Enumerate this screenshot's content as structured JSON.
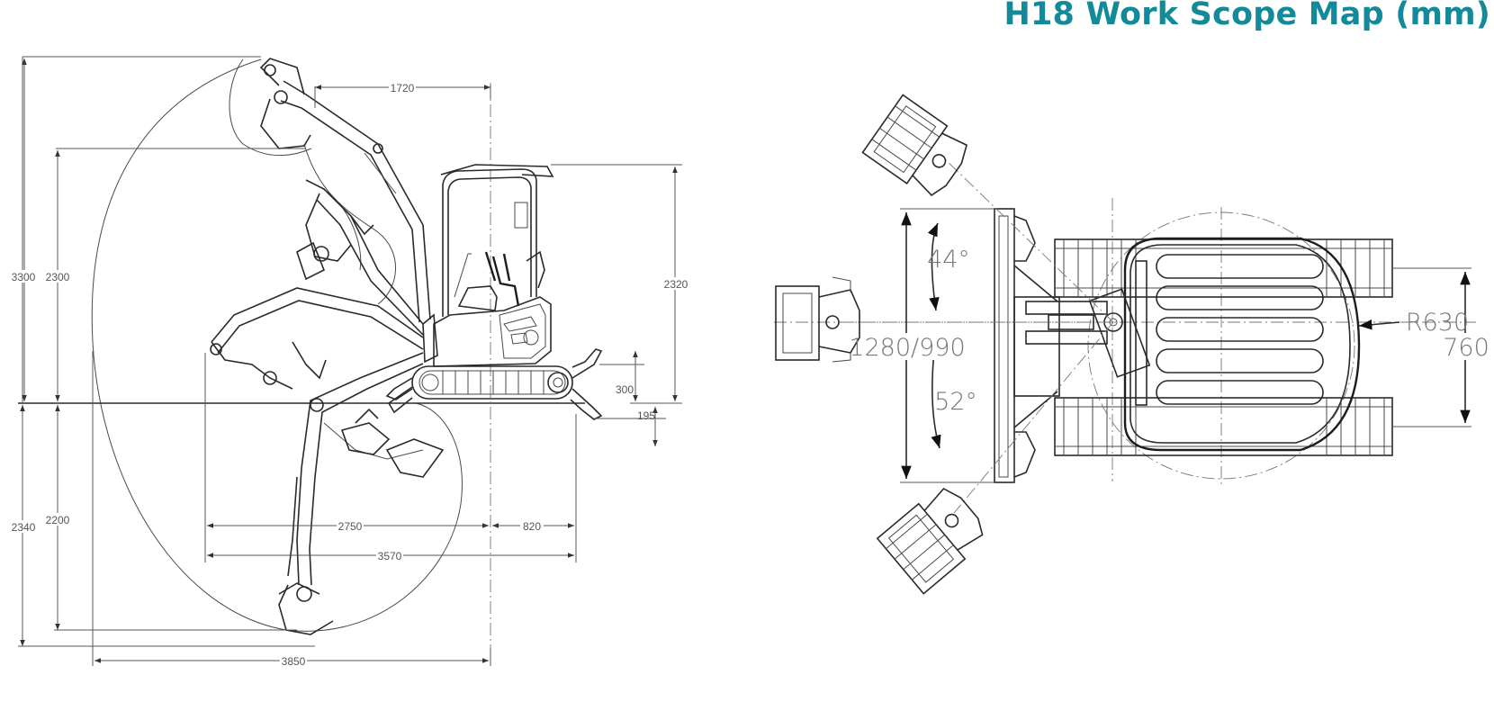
{
  "title": "H18 Work Scope Map (mm)",
  "colors": {
    "title": "#138a9a",
    "line": "#2a2a2a",
    "dimension": "#555555"
  },
  "side_view": {
    "dimensions": {
      "max_height": "3300",
      "dump_height": "2300",
      "cab_height": "2320",
      "blade_up": "300",
      "blade_down": "195",
      "max_dig_depth": "2340",
      "vertical_wall_depth": "2200",
      "top_width": "1720",
      "boom_front": "2750",
      "tail": "820",
      "ground_reach": "3570",
      "max_reach": "3850"
    }
  },
  "top_view": {
    "dimensions": {
      "swing_left": "44°",
      "swing_right": "52°",
      "boom_offset": "1280/990",
      "tail_radius": "R630",
      "track_width": "760"
    }
  }
}
